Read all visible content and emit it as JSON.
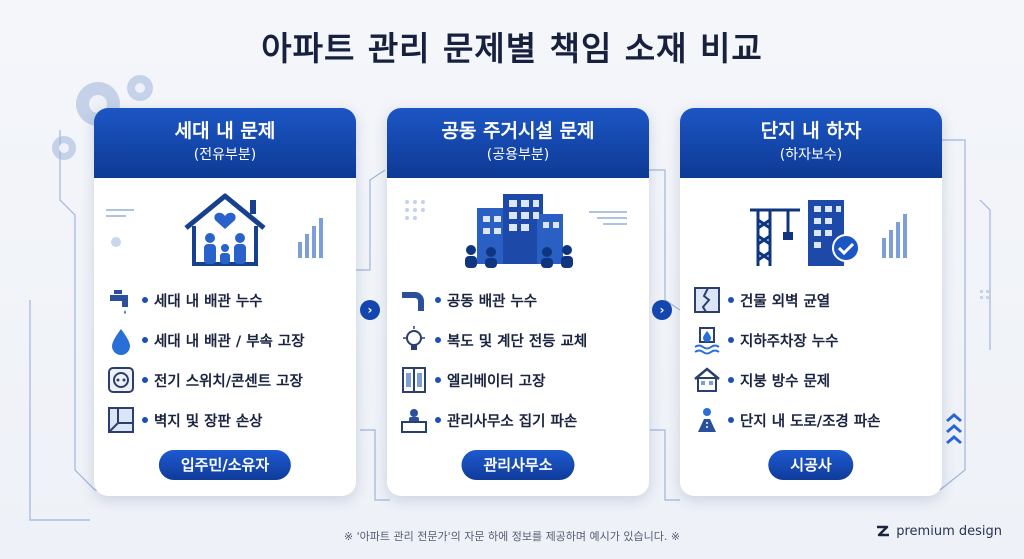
{
  "title": "아파트 관리 문제별 책임 소재 비교",
  "cards": [
    {
      "heading": "세대 내 문제",
      "subheading": "(전유부분)",
      "illustration": "house-family-icon",
      "items": [
        {
          "icon": "faucet-icon",
          "label": "세대 내 배관 누수"
        },
        {
          "icon": "water-drop-icon",
          "label": "세대 내 배관 / 부속 고장"
        },
        {
          "icon": "outlet-icon",
          "label": "전기 스위치/콘센트 고장"
        },
        {
          "icon": "wall-corner-icon",
          "label": "벽지 및 장판 손상"
        }
      ],
      "responsible": "입주민/소유자"
    },
    {
      "heading": "공동 주거시설 문제",
      "subheading": "(공용부분)",
      "illustration": "apartment-residents-icon",
      "items": [
        {
          "icon": "pipe-icon",
          "label": "공동 배관 누수"
        },
        {
          "icon": "light-bulb-icon",
          "label": "복도 및 계단 전등 교체"
        },
        {
          "icon": "elevator-icon",
          "label": "엘리베이터 고장"
        },
        {
          "icon": "office-desk-icon",
          "label": "관리사무소 집기 파손"
        }
      ],
      "responsible": "관리사무소"
    },
    {
      "heading": "단지 내 하자",
      "subheading": "(하자보수)",
      "illustration": "crane-building-check-icon",
      "items": [
        {
          "icon": "cracked-wall-icon",
          "label": "건물 외벽 균열"
        },
        {
          "icon": "parking-leak-icon",
          "label": "지하주차장 누수"
        },
        {
          "icon": "roof-icon",
          "label": "지붕 방수 문제"
        },
        {
          "icon": "road-pin-icon",
          "label": "단지 내 도로/조경 파손"
        }
      ],
      "responsible": "시공사"
    }
  ],
  "footnote": "※ '아파트 관리 전문가'의 자문 하에 정보를 제공하며 예시가 있습니다. ※",
  "brand": "premium design",
  "colors": {
    "primary": "#0e3a95",
    "accent": "#1c56c4",
    "text": "#1a2440"
  }
}
